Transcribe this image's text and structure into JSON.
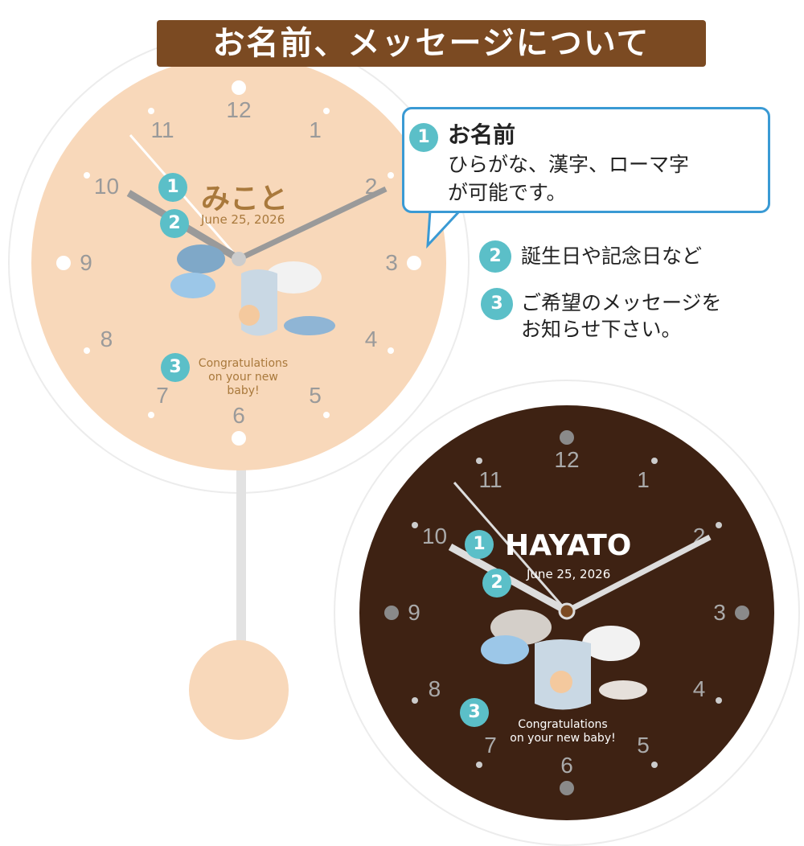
{
  "title": "お名前、メッセージについて",
  "numerals": [
    "12",
    "1",
    "2",
    "3",
    "4",
    "5",
    "6",
    "7",
    "8",
    "9",
    "10",
    "11"
  ],
  "clock1": {
    "name": "みこと",
    "date": "June 25, 2026",
    "message_line1": "Congratulations",
    "message_line2": "on your new baby!",
    "face_color": "#f8d8ba"
  },
  "clock2": {
    "name": "HAYATO",
    "date": "June 25, 2026",
    "message_line1": "Congratulations",
    "message_line2": "on your new baby!",
    "face_color": "#3e2213"
  },
  "badges": [
    "1",
    "2",
    "3"
  ],
  "legend": {
    "item1_title": "お名前",
    "item1_line1": "ひらがな、漢字、ローマ字",
    "item1_line2": "が可能です。",
    "item2": "誕生日や記念日など",
    "item3_line1": "ご希望のメッセージを",
    "item3_line2": "お知らせ下さい。"
  },
  "colors": {
    "title_bg": "#7b4a22",
    "badge": "#5bbfc8",
    "callout_border": "#3a9ad4"
  }
}
